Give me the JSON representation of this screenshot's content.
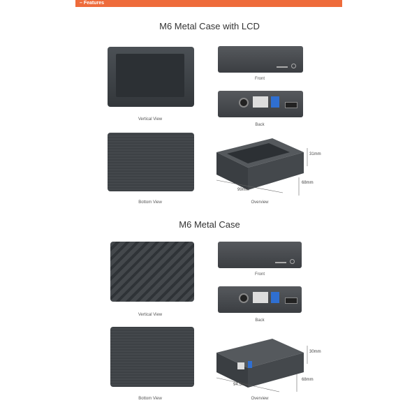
{
  "header": {
    "label": "– Features"
  },
  "sections": [
    {
      "title": "M6 Metal Case with LCD",
      "captions": {
        "vertical": "Vertical View",
        "front": "Front",
        "back": "Back",
        "bottom": "Bottom View",
        "overview": "Overview"
      },
      "dimensions": {
        "height": "31mm",
        "depth": "68mm",
        "width": "99mm"
      }
    },
    {
      "title": "M6 Metal Case",
      "captions": {
        "vertical": "Vertical View",
        "front": "Front",
        "back": "Back",
        "bottom": "Bottom View",
        "overview": "Overview"
      },
      "dimensions": {
        "height": "30mm",
        "depth": "68mm",
        "width": "94.5mm"
      }
    }
  ],
  "colors": {
    "accent": "#ee6b3b",
    "device": "#3e4246"
  }
}
